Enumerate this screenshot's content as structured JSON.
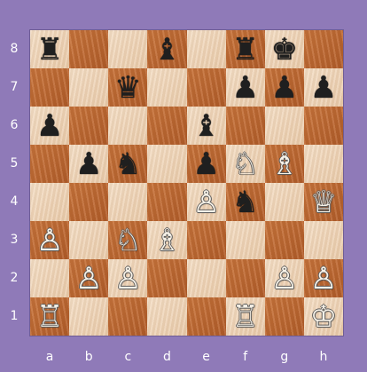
{
  "colors": {
    "background": "#8f7ab8",
    "light_square": "#efd6b8",
    "dark_square": "#c06a33",
    "label": "#ffffff"
  },
  "files": [
    "a",
    "b",
    "c",
    "d",
    "e",
    "f",
    "g",
    "h"
  ],
  "ranks": [
    "8",
    "7",
    "6",
    "5",
    "4",
    "3",
    "2",
    "1"
  ],
  "rows": [
    [
      "♜",
      "",
      "",
      "♝",
      "",
      "♜",
      "♚",
      ""
    ],
    [
      "",
      "",
      "♛",
      "",
      "",
      "♟",
      "♟",
      "♟"
    ],
    [
      "♟",
      "",
      "",
      "",
      "♝",
      "",
      "",
      ""
    ],
    [
      "",
      "♟",
      "♞",
      "",
      "♟",
      "♘",
      "♗",
      ""
    ],
    [
      "",
      "",
      "",
      "",
      "♙",
      "♞",
      "",
      "♕"
    ],
    [
      "♙",
      "",
      "♘",
      "♗",
      "",
      "",
      "",
      ""
    ],
    [
      "",
      "♙",
      "♙",
      "",
      "",
      "",
      "♙",
      "♙"
    ],
    [
      "♖",
      "",
      "",
      "",
      "",
      "♖",
      "",
      "♔"
    ]
  ]
}
